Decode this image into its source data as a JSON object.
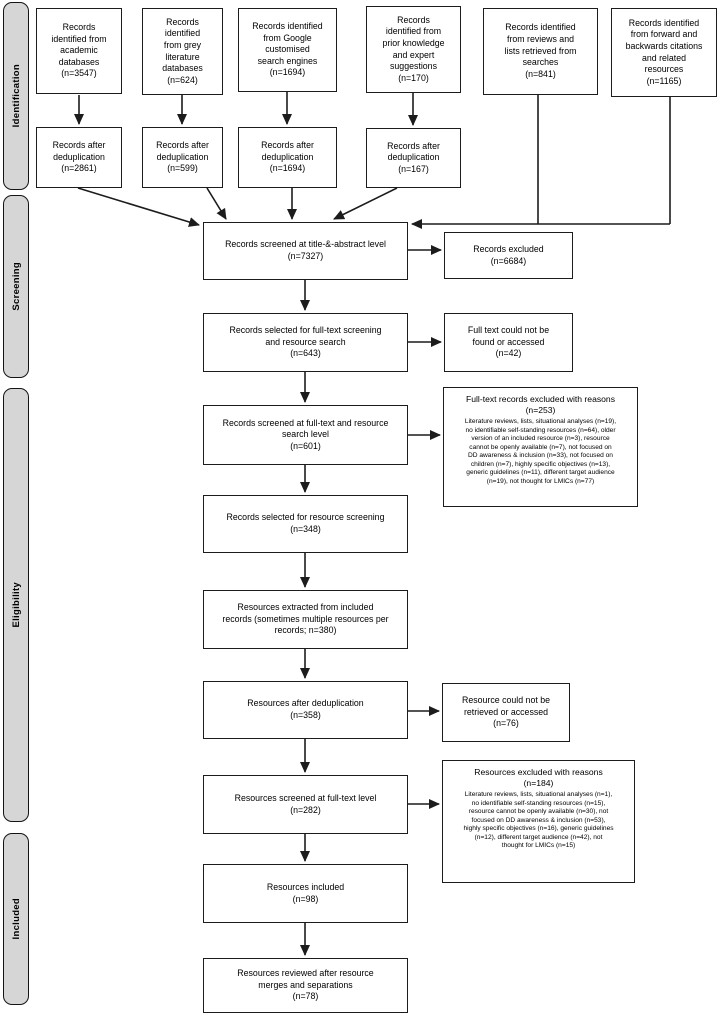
{
  "diagram_title": "PRISMA-style records and resources screening flow",
  "colors": {
    "box_border": "#1c1c1c",
    "box_bg": "#ffffff",
    "stage_label_bg": "#d6d6d6",
    "arrow": "#1c1c1c"
  },
  "sidebar": {
    "identification": "Identification",
    "screening": "Screening",
    "eligibility": "Eligibility",
    "included": "Included"
  },
  "identification_row": [
    "Records\nidentified from\nacademic\ndatabases\n(n=3547)",
    "Records\nidentified\nfrom grey\nliterature\ndatabases\n(n=624)",
    "Records identified\nfrom Google\ncustomised\nsearch engines\n(n=1694)",
    "Records\nidentified from\nprior knowledge\nand expert\nsuggestions\n(n=170)",
    "Records identified\nfrom reviews and\nlists retrieved from\nsearches\n(n=841)",
    "Records identified\nfrom forward and\nbackwards citations\nand related\nresources\n(n=1165)"
  ],
  "dedup_row": [
    "Records after\ndeduplication\n(n=2861)",
    "Records after\ndeduplication\n(n=599)",
    "Records after\ndeduplication\n(n=1694)",
    "Records after\ndeduplication\n(n=167)"
  ],
  "main_flow": [
    "Records screened at title-&-abstract level\n(n=7327)",
    "Records selected for full-text screening\nand resource search\n(n=643)",
    "Records screened at full-text and resource\nsearch level\n(n=601)",
    "Records selected for resource screening\n(n=348)",
    "Resources extracted from included\nrecords (sometimes multiple resources per\nrecords; n=380)",
    "Resources after deduplication\n(n=358)",
    "Resources screened at full-text level\n(n=282)",
    "Resources included\n(n=98)",
    "Resources reviewed after resource\nmerges and separations\n(n=78)"
  ],
  "side_boxes": {
    "records_excluded": "Records excluded\n(n=6684)",
    "full_text_not_found": "Full text could not be\nfound or accessed\n(n=42)",
    "fulltext_excluded": {
      "title": "Full-text records excluded with reasons\n(n=253)",
      "body": "Literature reviews, lists, situational analyses (n=19),\nno identifiable self-standing resources (n=64), older\nversion of an included resource (n=3), resource\ncannot be openly available (n=7), not focused on\nDD awareness & inclusion (n=33), not focused on\nchildren (n=7), highly specific objectives (n=13),\ngeneric guidelines (n=11), different target audience\n(n=19), not thought for LMICs (n=77)"
    },
    "resource_not_retrieved": "Resource could not be\nretrieved or accessed\n(n=76)",
    "resources_excluded": {
      "title": "Resources excluded with reasons\n(n=184)",
      "body": "Literature reviews, lists, situational analyses (n=1),\nno identifiable self-standing resources (n=15),\nresource cannot be openly available (n=30), not\nfocused on DD awareness & inclusion (n=53),\nhighly specific objectives (n=16), generic guidelines\n(n=12), different target audience (n=42), not\nthought for LMICs (n=15)"
    }
  }
}
